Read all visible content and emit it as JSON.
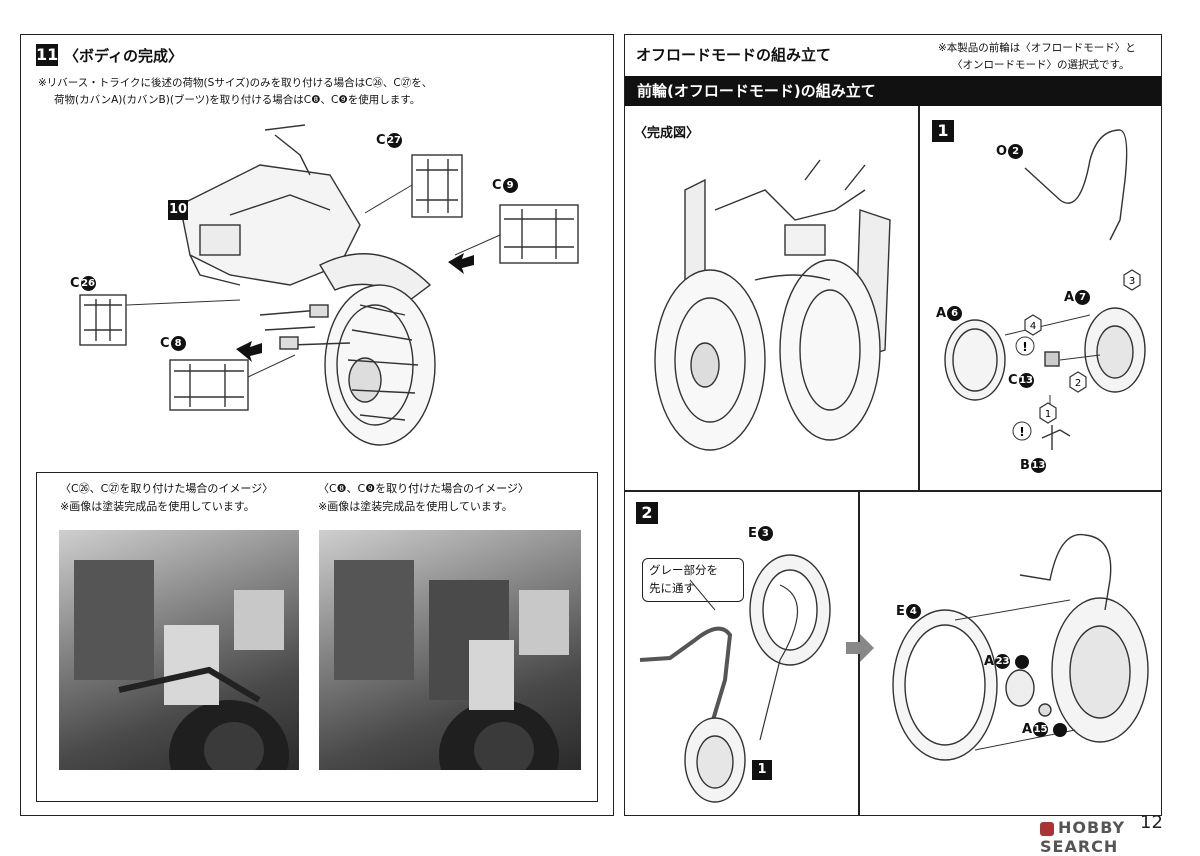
{
  "left": {
    "step_number": "11",
    "title": "〈ボディの完成〉",
    "note_line1": "※リバース・トライクに後述の荷物(Sサイズ)のみを取り付ける場合はC㉖、C㉗を、",
    "note_line2": "荷物(カバンA)(カバンB)(ブーツ)を取り付ける場合はC❽、C❾を使用します。",
    "ref_step": "10",
    "parts": {
      "c27": {
        "letter": "C",
        "num": "27"
      },
      "c9": {
        "letter": "C",
        "num": "9"
      },
      "c26": {
        "letter": "C",
        "num": "26"
      },
      "c8": {
        "letter": "C",
        "num": "8"
      }
    },
    "image1_caption": "〈C㉖、C㉗を取り付けた場合のイメージ〉",
    "image1_note": "※画像は塗装完成品を使用しています。",
    "image2_caption": "〈C❽、C❾を取り付けた場合のイメージ〉",
    "image2_note": "※画像は塗装完成品を使用しています。"
  },
  "right": {
    "title": "オフロードモードの組み立て",
    "note_line1": "※本製品の前輪は〈オフロードモード〉と",
    "note_line2": "〈オンロードモード〉の選択式です。",
    "bar_title": "前輪(オフロードモード)の組み立て",
    "completed_label": "〈完成図〉",
    "step1": {
      "number": "1",
      "parts": {
        "o2": {
          "letter": "O",
          "num": "2"
        },
        "a6": {
          "letter": "A",
          "num": "6"
        },
        "a7": {
          "letter": "A",
          "num": "7"
        },
        "c13": {
          "letter": "C",
          "num": "13"
        },
        "b13": {
          "letter": "B",
          "num": "13"
        }
      },
      "order": [
        "1",
        "2",
        "3",
        "4"
      ],
      "warning": "!"
    },
    "step2": {
      "number": "2",
      "parts": {
        "e3": {
          "letter": "E",
          "num": "3"
        },
        "e4": {
          "letter": "E",
          "num": "4"
        },
        "a23": {
          "letter": "A",
          "num": "23"
        },
        "a15": {
          "letter": "A",
          "num": "15"
        }
      },
      "callout_line1": "グレー部分を",
      "callout_line2": "先に通す",
      "ref_step": "1"
    }
  },
  "footer": {
    "page_number": "12",
    "watermark": "HOBBY SEARCH"
  }
}
